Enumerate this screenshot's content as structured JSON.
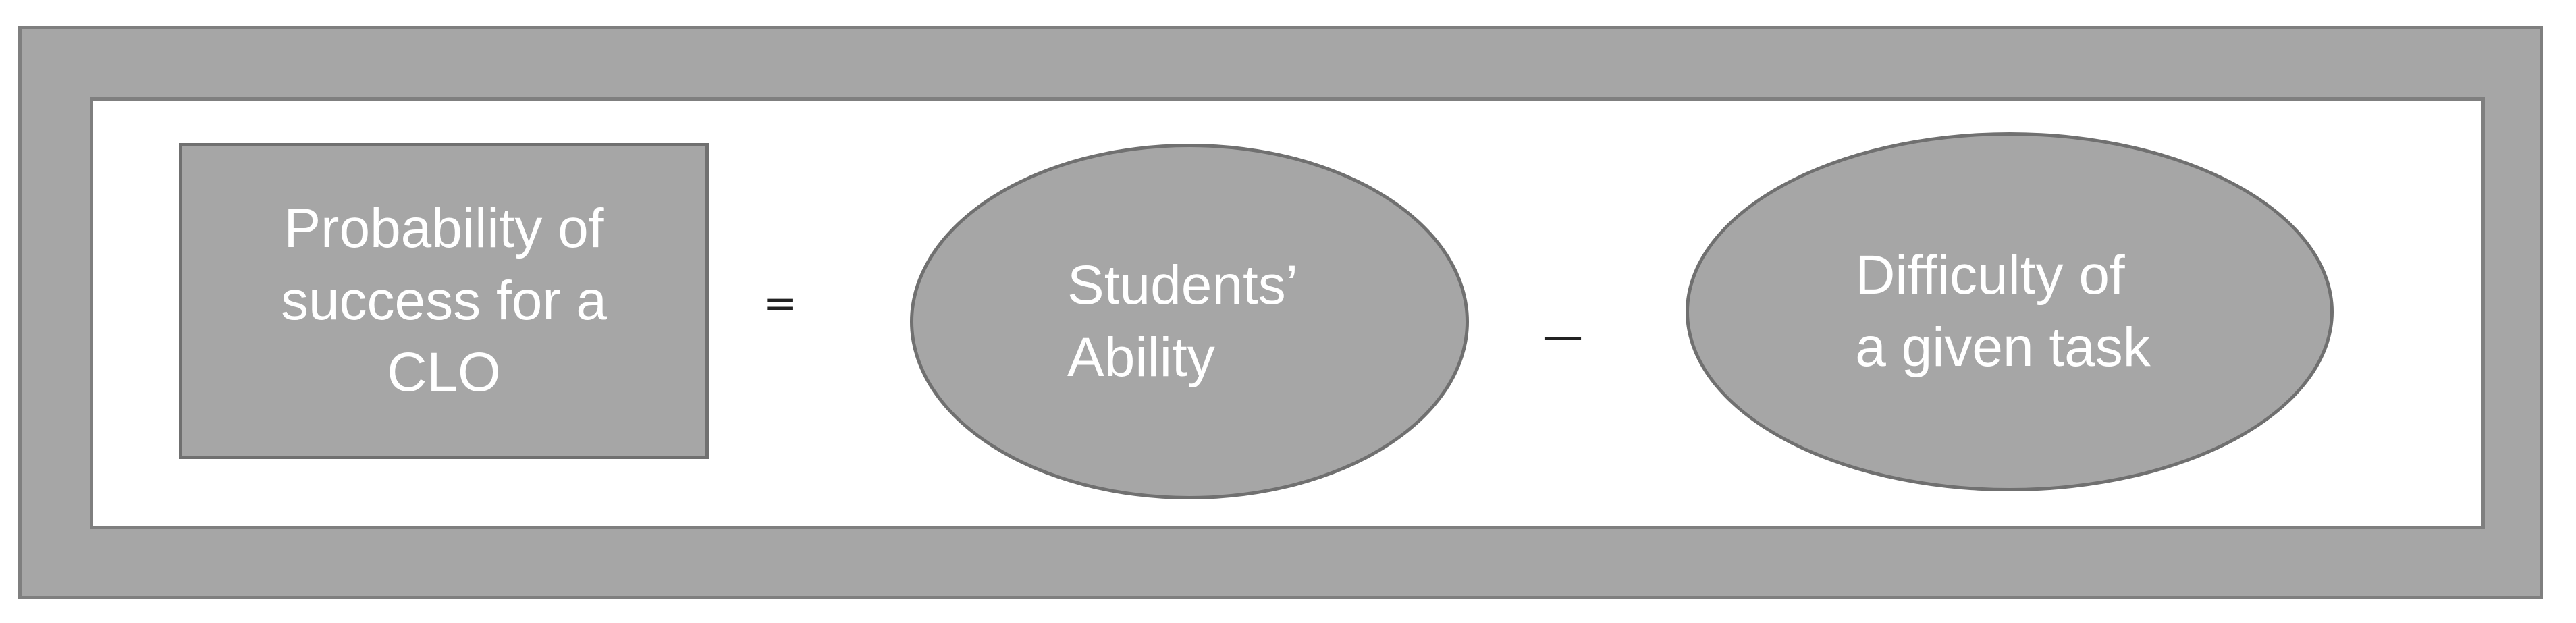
{
  "diagram": {
    "result_box": {
      "label": "Probability of\nsuccess for a\nCLO"
    },
    "equals_symbol": "=",
    "ability_ellipse": {
      "label": "Students’\nAbility"
    },
    "minus_symbol": "—",
    "difficulty_ellipse": {
      "label": "Difficulty of\na given task"
    }
  }
}
